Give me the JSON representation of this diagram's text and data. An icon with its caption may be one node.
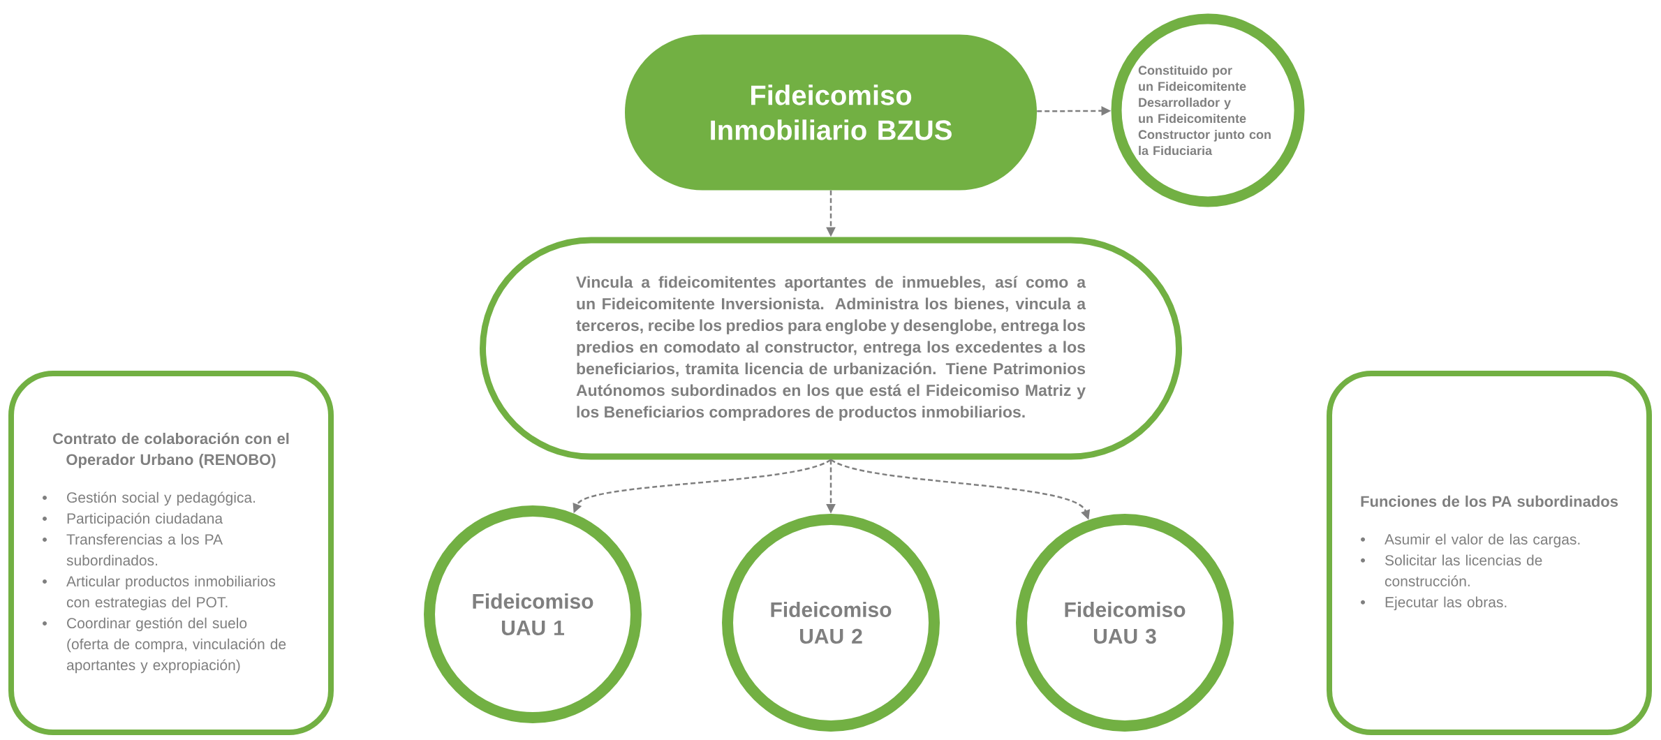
{
  "diagram": {
    "nodes": [
      {
        "text": [
          "Fideicomiso Inmobiliario BZUS"
        ]
      },
      {
        "text": [
          "Constituido por un Fideicomitente Desarrollador y un Fideicomitente Constructor junto con la Fiduciaria"
        ]
      },
      {
        "text": [
          "Vincula a fideicomitentes aportantes de inmuebles, así como a un Fideicomitente Inversionista. Administra los bienes, vincula a terceros, recibe los predios para englobe y desenglobe, entrega los predios en comodato al constructor, entrega los excedentes a los beneficiarios, tramita licencia de urbanización. Tiene Patrimonios Autónomos subordinados en los que está el Fideicomiso Matriz y los Beneficiarios compradores de productos inmobiliarios."
        ]
      },
      {
        "text": [
          "Contrato de colaboración con el Operador Urbano (RENOBO)",
          "Gestión social y pedagógica.",
          "Participación ciudadana",
          "Transferencias a los PA subordinados.",
          "Articular productos inmobiliarios con estrategias del POT.",
          "Coordinar gestión del suelo (oferta de compra, vinculación de aportantes y expropiación)"
        ]
      },
      {
        "text": [
          "Funciones de los PA subordinados",
          "Asumir el valor de las cargas.",
          "Solicitar las licencias de construcción.",
          "Ejecutar las obras."
        ]
      },
      {
        "text": [
          "Fideicomiso UAU 1"
        ]
      },
      {
        "text": [
          "Fideicomiso UAU 2"
        ]
      },
      {
        "text": [
          "Fideicomiso UAU 3"
        ]
      }
    ],
    "edges": [
      {
        "from": 0,
        "to": 1,
        "arrow": "to",
        "style": "dashed"
      },
      {
        "from": 0,
        "to": 2,
        "arrow": "to",
        "style": "dashed"
      },
      {
        "from": 2,
        "to": 5,
        "arrow": "to",
        "style": "dashed"
      },
      {
        "from": 2,
        "to": 6,
        "arrow": "to",
        "style": "dashed"
      },
      {
        "from": 2,
        "to": 7,
        "arrow": "to",
        "style": "dashed"
      }
    ]
  }
}
